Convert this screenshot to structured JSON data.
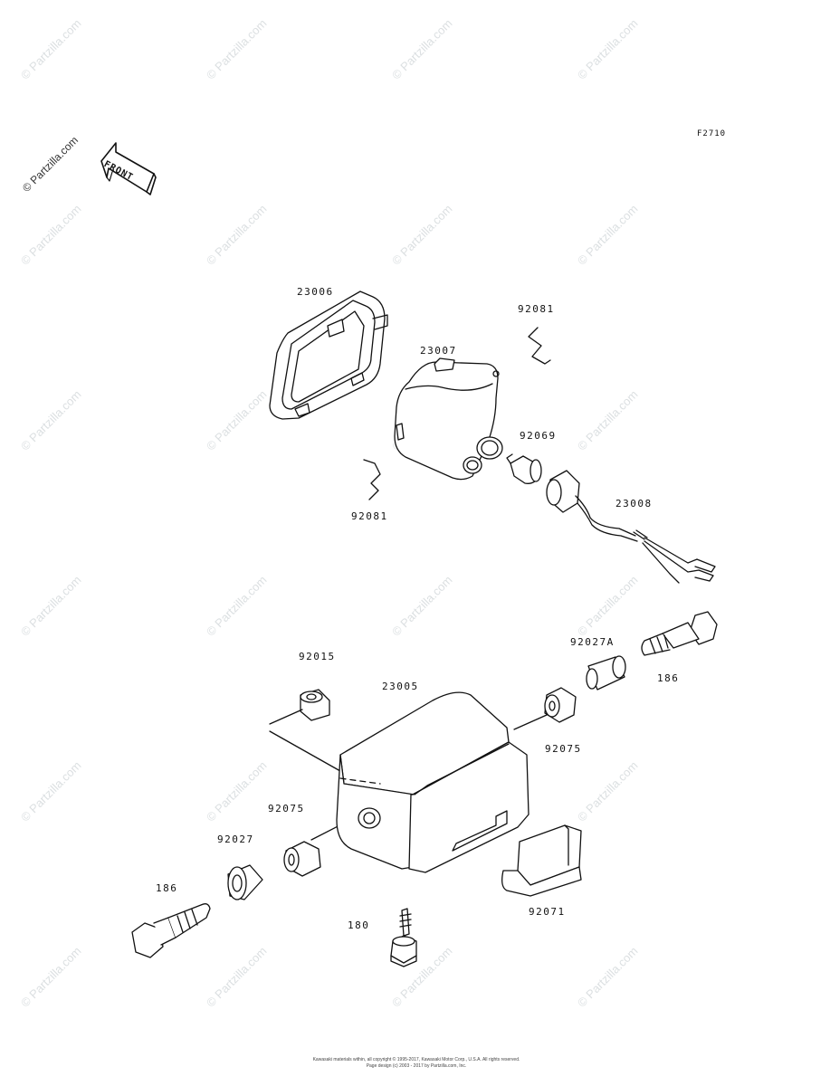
{
  "diagram": {
    "figure_code": "F2710",
    "front_label": "FRONT",
    "watermark_text": "© Partzilla.com",
    "footer": {
      "line1": "Kawasaki materials within, all copyright © 1995-2017, Kawasaki Motor Corp., U.S.A. All rights reserved.",
      "line2": "Page design (c) 2003 - 2017 by Partzilla.com, Inc."
    },
    "parts": [
      {
        "id": "p23006",
        "number": "23006"
      },
      {
        "id": "p92081a",
        "number": "92081"
      },
      {
        "id": "p23007",
        "number": "23007"
      },
      {
        "id": "p92069",
        "number": "92069"
      },
      {
        "id": "p92081b",
        "number": "92081"
      },
      {
        "id": "p23008",
        "number": "23008"
      },
      {
        "id": "p92027A",
        "number": "92027A"
      },
      {
        "id": "p186a",
        "number": "186"
      },
      {
        "id": "p92015",
        "number": "92015"
      },
      {
        "id": "p23005",
        "number": "23005"
      },
      {
        "id": "p92075a",
        "number": "92075"
      },
      {
        "id": "p92075b",
        "number": "92075"
      },
      {
        "id": "p92027",
        "number": "92027"
      },
      {
        "id": "p186b",
        "number": "186"
      },
      {
        "id": "p180",
        "number": "180"
      },
      {
        "id": "p92071",
        "number": "92071"
      }
    ]
  }
}
